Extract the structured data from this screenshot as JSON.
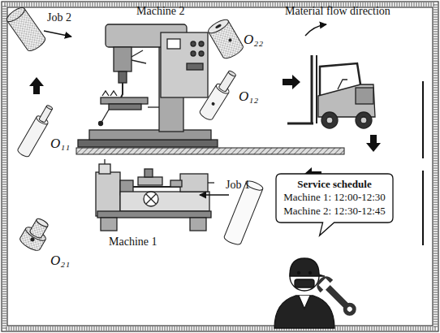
{
  "diagram": {
    "nodes": [
      {
        "text": [
          "Service schedule",
          "Machine 1: 12:00-12:30",
          "Machine 2: 12:30-12:45"
        ]
      }
    ],
    "labels": [
      "Machine 2",
      "Job 2",
      "O₂₂",
      "Material flow direction",
      "O₁₂",
      "Machine 1",
      "Job 1",
      "O₁₁",
      "O₂₁"
    ]
  }
}
